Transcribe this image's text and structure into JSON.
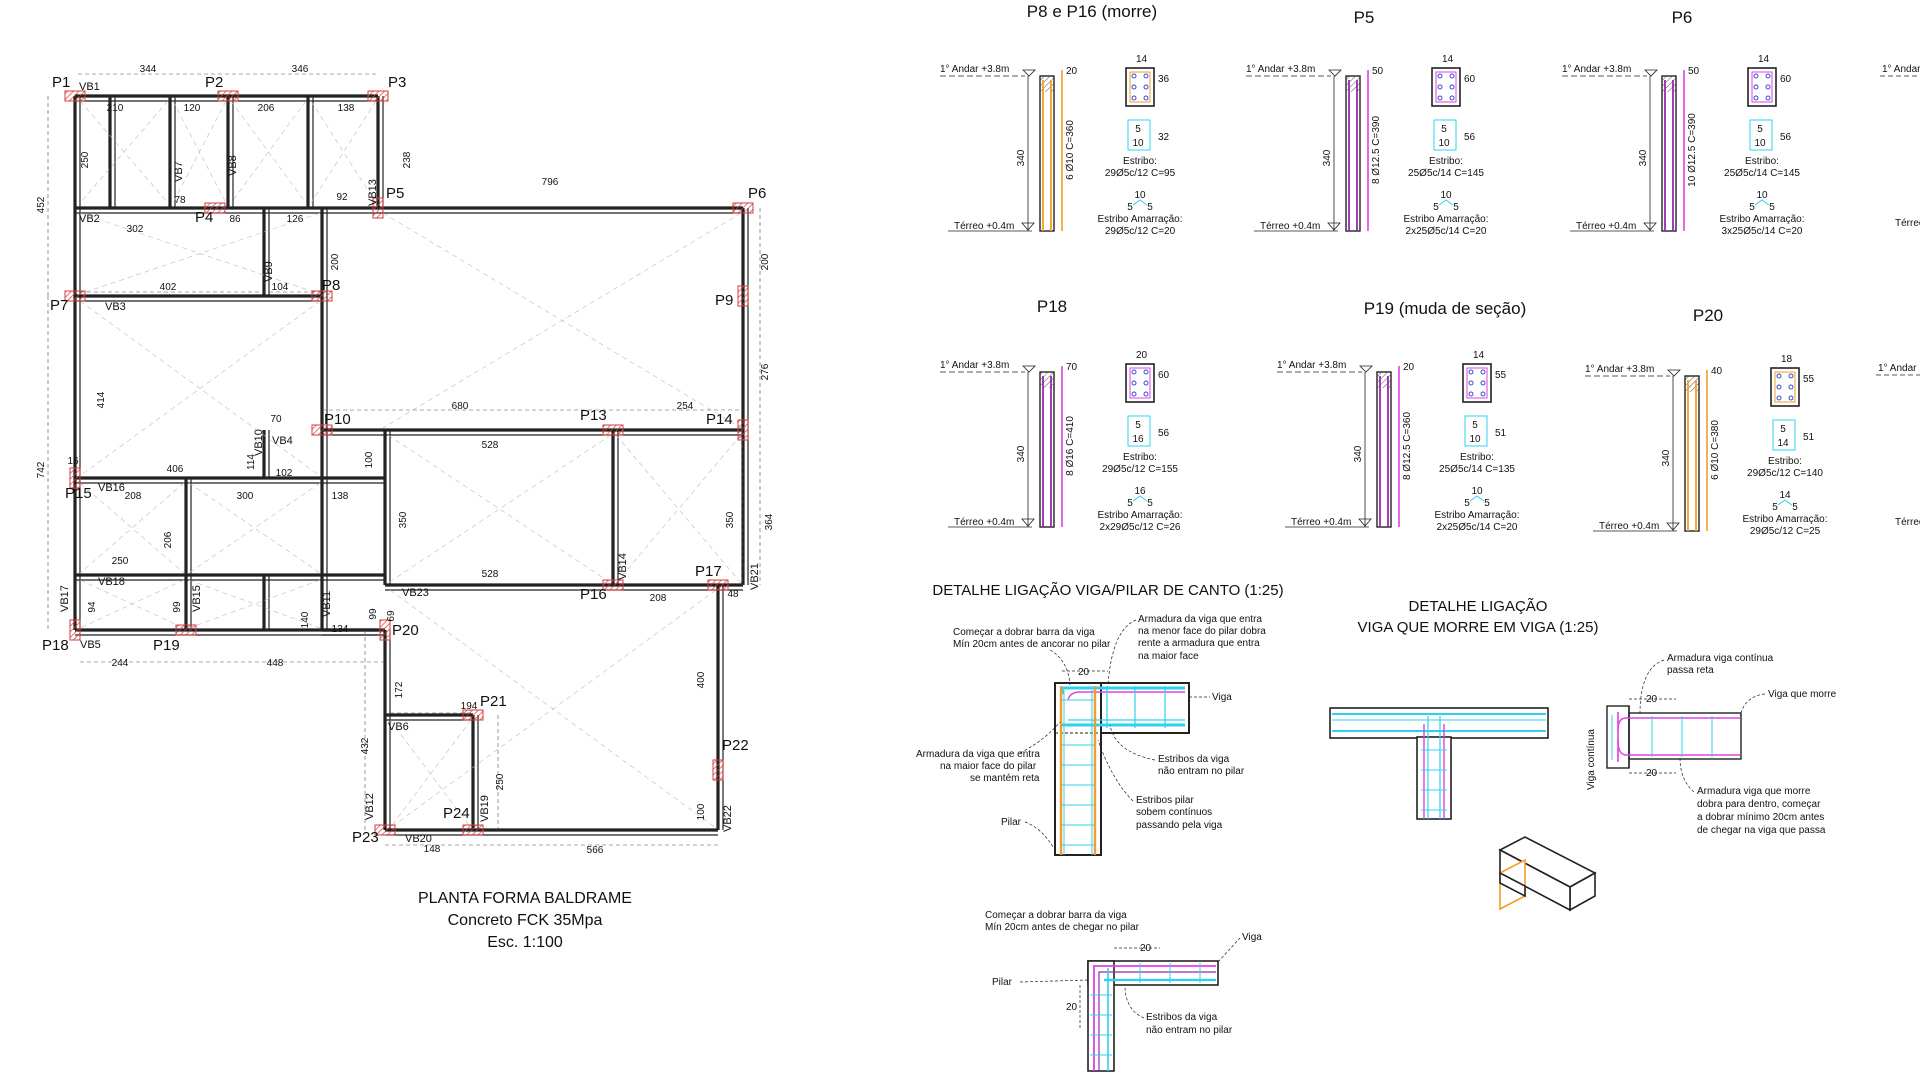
{
  "plan": {
    "title": "PLANTA FORMA BALDRAME",
    "subtitle": "Concreto FCK 35Mpa",
    "scale": "Esc. 1:100",
    "pillars": [
      "P1",
      "P2",
      "P3",
      "P4",
      "P5",
      "P6",
      "P7",
      "P8",
      "P9",
      "P10",
      "P13",
      "P14",
      "P15",
      "P16",
      "P17",
      "P18",
      "P19",
      "P20",
      "P21",
      "P22",
      "P23",
      "P24"
    ],
    "beams": [
      "VB1",
      "VB2",
      "VB3",
      "VB4",
      "VB5",
      "VB6",
      "VB7",
      "VB8",
      "VB9",
      "VB10",
      "VB11",
      "VB12",
      "VB13",
      "VB14",
      "VB15",
      "VB16",
      "VB17",
      "VB18",
      "VB19",
      "VB20",
      "VB21",
      "VB22",
      "VB23"
    ],
    "dims": [
      "344",
      "346",
      "210",
      "120",
      "206",
      "138",
      "250",
      "238",
      "452",
      "302",
      "78",
      "86",
      "126",
      "92",
      "796",
      "200",
      "402",
      "104",
      "200",
      "414",
      "742",
      "70",
      "680",
      "254",
      "406",
      "114",
      "102",
      "100",
      "528",
      "276",
      "16",
      "208",
      "300",
      "138",
      "206",
      "350",
      "350",
      "364",
      "250",
      "528",
      "94",
      "99",
      "140",
      "99",
      "244",
      "448",
      "134",
      "69",
      "208",
      "48",
      "172",
      "194",
      "432",
      "250",
      "400",
      "100",
      "148",
      "566"
    ]
  },
  "columns": [
    {
      "title": "P8 e P16 (morre)",
      "level_top": "1° Andar +3.8m",
      "level_bot": "Térreo +0.4m",
      "height": "340",
      "top_dim": "20",
      "bar": "6 Ø10 C=360",
      "sec_w": "14",
      "sec_h": "36",
      "stir_a": "5",
      "stir_b": "10",
      "stir_c": "32",
      "stir_text": "Estribo:",
      "stir_spec": "29Ø5c/12 C=95",
      "am_top": "10",
      "am_l": "5",
      "am_r": "5",
      "am_text": "Estribo Amarração:",
      "am_spec": "29Ø5c/12 C=20"
    },
    {
      "title": "P5",
      "level_top": "1° Andar +3.8m",
      "level_bot": "Térreo +0.4m",
      "height": "340",
      "top_dim": "50",
      "bar": "8 Ø12.5 C=390",
      "sec_w": "14",
      "sec_h": "60",
      "stir_a": "5",
      "stir_b": "10",
      "stir_c": "56",
      "stir_text": "Estribo:",
      "stir_spec": "25Ø5c/14 C=145",
      "am_top": "10",
      "am_l": "5",
      "am_r": "5",
      "am_text": "Estribo Amarração:",
      "am_spec": "2x25Ø5c/14 C=20"
    },
    {
      "title": "P6",
      "level_top": "1° Andar +3.8m",
      "level_bot": "Térreo +0.4m",
      "height": "340",
      "top_dim": "50",
      "bar": "10 Ø12.5 C=390",
      "sec_w": "14",
      "sec_h": "60",
      "stir_a": "5",
      "stir_b": "10",
      "stir_c": "56",
      "stir_text": "Estribo:",
      "stir_spec": "25Ø5c/14 C=145",
      "am_top": "10",
      "am_l": "5",
      "am_r": "5",
      "am_text": "Estribo Amarração:",
      "am_spec": "3x25Ø5c/14 C=20"
    },
    {
      "title": "P18",
      "level_top": "1° Andar +3.8m",
      "level_bot": "Térreo +0.4m",
      "height": "340",
      "top_dim": "70",
      "bar": "8 Ø16 C=410",
      "sec_w": "20",
      "sec_h": "60",
      "stir_a": "5",
      "stir_b": "16",
      "stir_c": "56",
      "stir_text": "Estribo:",
      "stir_spec": "29Ø5c/12 C=155",
      "am_top": "16",
      "am_l": "5",
      "am_r": "5",
      "am_text": "Estribo Amarração:",
      "am_spec": "2x29Ø5c/12 C=26"
    },
    {
      "title": "P19 (muda de seção)",
      "level_top": "1° Andar +3.8m",
      "level_bot": "Térreo +0.4m",
      "height": "340",
      "top_dim": "20",
      "bar": "8 Ø12.5 C=360",
      "sec_w": "14",
      "sec_h": "55",
      "stir_a": "5",
      "stir_b": "10",
      "stir_c": "51",
      "stir_text": "Estribo:",
      "stir_spec": "25Ø5c/14 C=135",
      "am_top": "10",
      "am_l": "5",
      "am_r": "5",
      "am_text": "Estribo Amarração:",
      "am_spec": "2x25Ø5c/14 C=20"
    },
    {
      "title": "P20",
      "level_top": "1° Andar +3.8m",
      "level_bot": "Térreo +0.4m",
      "height": "340",
      "top_dim": "40",
      "bar": "6 Ø10 C=380",
      "sec_w": "18",
      "sec_h": "55",
      "stir_a": "5",
      "stir_b": "14",
      "stir_c": "51",
      "stir_text": "Estribo:",
      "stir_spec": "29Ø5c/12 C=140",
      "am_top": "14",
      "am_l": "5",
      "am_r": "5",
      "am_text": "Estribo Amarração:",
      "am_spec": "29Ø5c/12 C=25"
    }
  ],
  "partial": {
    "level_top": "1° Andar",
    "level_bot": "Térreo"
  },
  "detail_corner": {
    "title": "DETALHE LIGAÇÃO VIGA/PILAR DE CANTO (1:25)",
    "n1": "Começar a dobrar barra da viga",
    "n2": "Mín 20cm antes de ancorar no pilar",
    "n3": "Armadura da viga que entra",
    "n4": "na menor face do pilar dobra",
    "n5": "rente a armadura que entra",
    "n6": "na maior face",
    "viga": "Viga",
    "dim20": "20",
    "n7": "Armadura da viga que entra",
    "n8": "na maior face do pilar",
    "n9": "se mantém reta",
    "n10": "Estribos da viga",
    "n11": "não entram no pilar",
    "n12": "Estribos pilar",
    "n13": "sobem contínuos",
    "n14": "passando pela viga",
    "pilar": "Pilar"
  },
  "detail_corner2": {
    "n1": "Começar a dobrar barra da viga",
    "n2": "Mín 20cm antes de chegar no pilar",
    "viga": "Viga",
    "pilar": "Pilar",
    "dim20": "20",
    "n3": "Estribos da viga",
    "n4": "não entram no pilar"
  },
  "detail_tee": {
    "title1": "DETALHE LIGAÇÃO",
    "title2": "VIGA QUE MORRE EM VIGA (1:25)",
    "n1": "Armadura viga contínua",
    "n2": "passa reta",
    "n3": "Viga que morre",
    "vc": "Viga contínua",
    "dim20": "20",
    "n4": "Armadura viga que morre",
    "n5": "dobra para dentro, começar",
    "n6": "a dobrar mínimo 20cm antes",
    "n7": "de chegar na viga que passa"
  },
  "colors": {
    "rebar_orange": "#f39c2a",
    "rebar_purple": "#9b27b0",
    "rebar_magenta": "#e040e0",
    "rebar_cyan": "#2fd0f0",
    "hatch_red": "#d23c3c",
    "line": "#222222",
    "dim_gray": "#777777"
  }
}
